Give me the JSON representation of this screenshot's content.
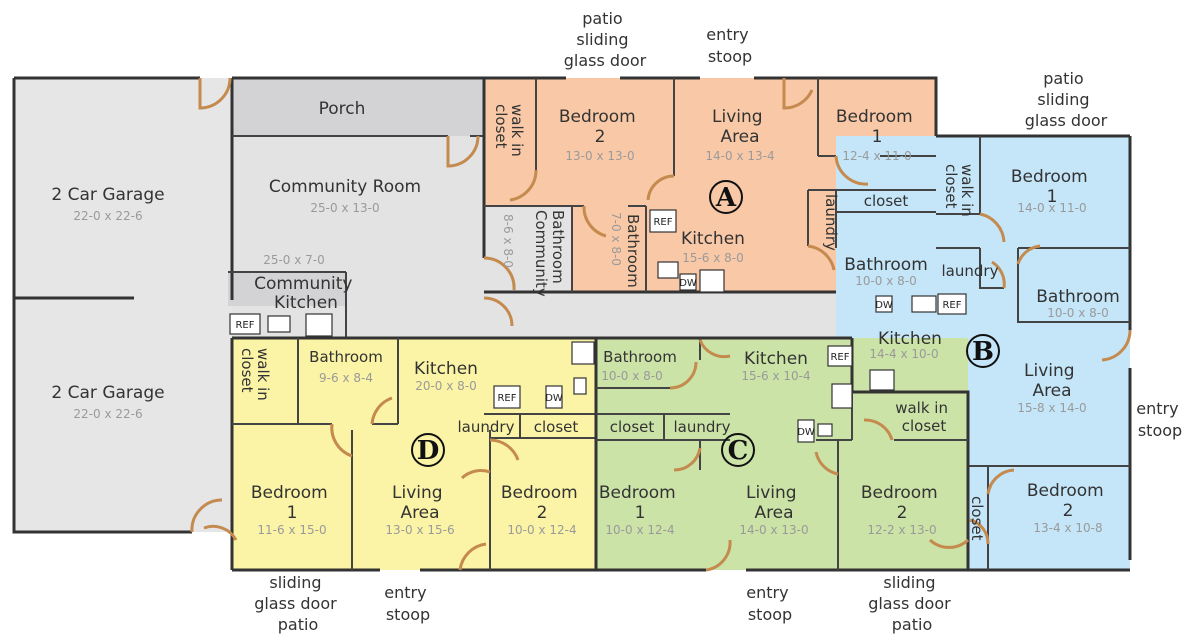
{
  "colors": {
    "garage": "#e6e6e7",
    "community": "#e3e3e4",
    "porch": "#d3d3d5",
    "unit_a": "#f9c9a7",
    "unit_b": "#c4e6f8",
    "unit_c": "#cce3a8",
    "unit_d": "#fbf4a6"
  },
  "outside": {
    "patio_a": [
      "patio",
      "sliding",
      "glass door"
    ],
    "entry_a": [
      "entry",
      "stoop"
    ],
    "patio_b": [
      "patio",
      "sliding",
      "glass door"
    ],
    "entry_b": [
      "entry",
      "stoop"
    ],
    "patio_d": [
      "sliding",
      "glass door",
      "patio"
    ],
    "entry_d": [
      "entry",
      "stoop"
    ],
    "entry_c": [
      "entry",
      "stoop"
    ],
    "patio_c": [
      "sliding",
      "glass door",
      "patio"
    ]
  },
  "garage": {
    "top": {
      "name": "2 Car Garage",
      "dims": "22-0 x 22-6"
    },
    "bottom": {
      "name": "2 Car Garage",
      "dims": "22-0 x 22-6"
    }
  },
  "community": {
    "porch": "Porch",
    "room": {
      "name": "Community Room",
      "dims": "25-0 x 13-0"
    },
    "kitchen": {
      "name": [
        "Community",
        "Kitchen"
      ],
      "dims": "25-0 x 7-0"
    },
    "bathroom": {
      "name": [
        "Community",
        "Bathroom"
      ],
      "dims": "8-6 x 8-0"
    }
  },
  "unit_a": {
    "letter": "A",
    "walk_in_closet": [
      "walk in",
      "closet"
    ],
    "bedroom2": {
      "name": [
        "Bedroom",
        "2"
      ],
      "dims": "13-0 x 13-0"
    },
    "living": {
      "name": [
        "Living",
        "Area"
      ],
      "dims": "14-0 x 13-4"
    },
    "bedroom1": {
      "name": [
        "Bedroom",
        "1"
      ],
      "dims": "12-4 x 11-0"
    },
    "bathroom": {
      "name": "Bathroom",
      "dims": "7-0 x 8-0"
    },
    "kitchen": {
      "name": "Kitchen",
      "dims": "15-6 x 8-0"
    },
    "closet": "closet",
    "laundry": "laundry",
    "bathroom2": {
      "name": "Bathroom",
      "dims": "10-0 x 8-0"
    },
    "ref": "REF",
    "dw": "DW"
  },
  "unit_b": {
    "letter": "B",
    "walk_in_closet": [
      "walk in",
      "closet"
    ],
    "bedroom1": {
      "name": [
        "Bedroom",
        "1"
      ],
      "dims": "14-0 x 11-0"
    },
    "laundry": "laundry",
    "bathroom": {
      "name": "Bathroom",
      "dims": "10-0 x 8-0"
    },
    "kitchen": {
      "name": "Kitchen",
      "dims": "14-4 x 10-0"
    },
    "living": {
      "name": [
        "Living",
        "Area"
      ],
      "dims": "15-8 x 14-0"
    },
    "closet": "closet",
    "bedroom2": {
      "name": [
        "Bedroom",
        "2"
      ],
      "dims": "13-4 x 10-8"
    },
    "ref": "REF",
    "dw": "DW"
  },
  "unit_c": {
    "letter": "C",
    "bathroom": {
      "name": "Bathroom",
      "dims": "10-0 x 8-0"
    },
    "kitchen": {
      "name": "Kitchen",
      "dims": "15-6 x 10-4"
    },
    "closet": "closet",
    "laundry": "laundry",
    "walk_in_closet": [
      "walk in",
      "closet"
    ],
    "bedroom1": {
      "name": [
        "Bedroom",
        "1"
      ],
      "dims": "10-0 x 12-4"
    },
    "living": {
      "name": [
        "Living",
        "Area"
      ],
      "dims": "14-0 x 13-0"
    },
    "bedroom2": {
      "name": [
        "Bedroom",
        "2"
      ],
      "dims": "12-2 x 13-0"
    },
    "ref": "REF",
    "dw": "DW"
  },
  "unit_d": {
    "letter": "D",
    "walk_in_closet": [
      "walk in",
      "closet"
    ],
    "bathroom": {
      "name": "Bathroom",
      "dims": "9-6 x 8-4"
    },
    "kitchen": {
      "name": "Kitchen",
      "dims": "20-0 x 8-0"
    },
    "laundry": "laundry",
    "closet": "closet",
    "bedroom1": {
      "name": [
        "Bedroom",
        "1"
      ],
      "dims": "11-6 x 15-0"
    },
    "living": {
      "name": [
        "Living",
        "Area"
      ],
      "dims": "13-0 x 15-6"
    },
    "bedroom2": {
      "name": [
        "Bedroom",
        "2"
      ],
      "dims": "10-0 x 12-4"
    },
    "ref": "REF",
    "dw": "DW"
  }
}
